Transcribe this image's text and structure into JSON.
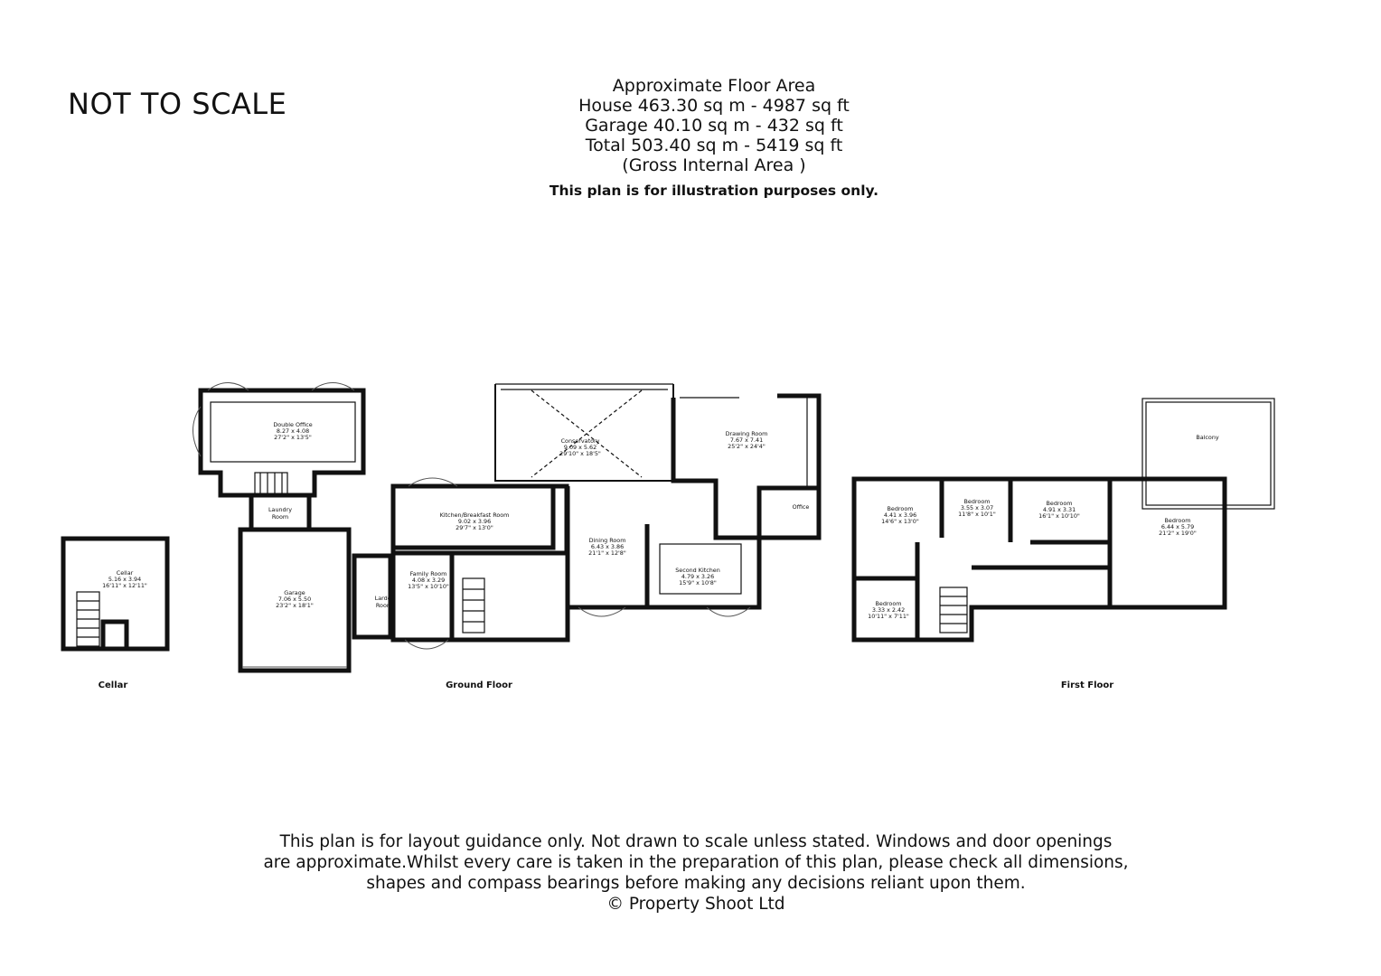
{
  "not_to_scale": "NOT TO SCALE",
  "header": {
    "line1": "Approximate Floor Area",
    "line2": "House 463.30 sq m - 4987 sq ft",
    "line3": "Garage 40.10 sq m - 432 sq ft",
    "line4": "Total 503.40 sq m - 5419 sq ft",
    "line5": "(Gross Internal Area )",
    "disclaimer": "This plan is for illustration purposes only."
  },
  "floors": {
    "cellar": "Cellar",
    "ground": "Ground Floor",
    "first": "First Floor"
  },
  "rooms": {
    "cellar": {
      "name": "Cellar",
      "metric": "5.16 x 3.94",
      "imperial": "16'11\" x 12'11\""
    },
    "double_office": {
      "name": "Double Office",
      "metric": "8.27 x 4.08",
      "imperial": "27'2\" x 13'5\""
    },
    "laundry": {
      "name": "Laundry",
      "name2": "Room"
    },
    "garage": {
      "name": "Garage",
      "metric": "7.06 x 5.50",
      "imperial": "23'2\" x 18'1\""
    },
    "larder": {
      "name": "Larder",
      "name2": "Room"
    },
    "kitchen": {
      "name": "Kitchen/Breakfast Room",
      "metric": "9.02 x 3.96",
      "imperial": "29'7\" x 13'0\""
    },
    "family": {
      "name": "Family Room",
      "metric": "4.08 x 3.29",
      "imperial": "13'5\" x 10'10\""
    },
    "conservatory": {
      "name": "Conservatory",
      "metric": "9.09 x 5.62",
      "imperial": "29'10\" x 18'5\""
    },
    "dining": {
      "name": "Dining Room",
      "metric": "6.43 x 3.86",
      "imperial": "21'1\" x 12'8\""
    },
    "second_kitchen": {
      "name": "Second Kitchen",
      "metric": "4.79 x 3.26",
      "imperial": "15'9\" x 10'8\""
    },
    "drawing": {
      "name": "Drawing Room",
      "metric": "7.67 x 7.41",
      "imperial": "25'2\" x 24'4\""
    },
    "office": {
      "name": "Office"
    },
    "bed1": {
      "name": "Bedroom",
      "metric": "4.41 x 3.96",
      "imperial": "14'6\" x 13'0\""
    },
    "bed2": {
      "name": "Bedroom",
      "metric": "3.55 x 3.07",
      "imperial": "11'8\" x 10'1\""
    },
    "bed3": {
      "name": "Bedroom",
      "metric": "4.91 x 3.31",
      "imperial": "16'1\" x 10'10\""
    },
    "bed4": {
      "name": "Bedroom",
      "metric": "6.44 x 5.79",
      "imperial": "21'2\" x 19'0\""
    },
    "bed5": {
      "name": "Bedroom",
      "metric": "3.33 x 2.42",
      "imperial": "10'11\" x 7'11\""
    },
    "balcony": {
      "name": "Balcony"
    }
  },
  "footer": {
    "line1": "This plan is for layout guidance only. Not drawn to scale unless stated. Windows and door openings",
    "line2": "are approximate.Whilst every care is taken in the preparation of this plan, please check all dimensions,",
    "line3": "shapes and compass bearings before making any decisions reliant upon them.",
    "copyright": "© Property Shoot Ltd"
  }
}
